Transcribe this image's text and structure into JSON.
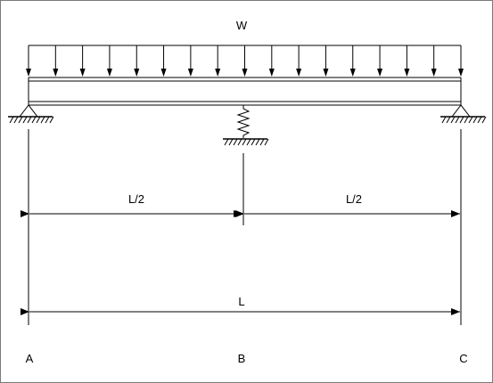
{
  "diagram": {
    "load_label": "W",
    "dim_half_left": "L/2",
    "dim_half_right": "L/2",
    "dim_total": "L",
    "point_a": "A",
    "point_b": "B",
    "point_c": "C",
    "load_arrow_count": 17,
    "line_color": "#000000",
    "frame_color": "#7a7a7a"
  }
}
